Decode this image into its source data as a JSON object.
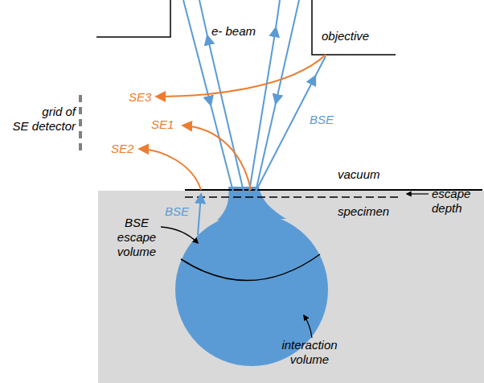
{
  "diagram": {
    "labels": [
      "e- beam",
      "objective",
      "SE3",
      "SE1",
      "SE2",
      "grid of SE detector",
      "BSE",
      "vacuum",
      "escape depth",
      "BSE",
      "specimen",
      "BSE escape volume",
      "interaction volume"
    ]
  }
}
